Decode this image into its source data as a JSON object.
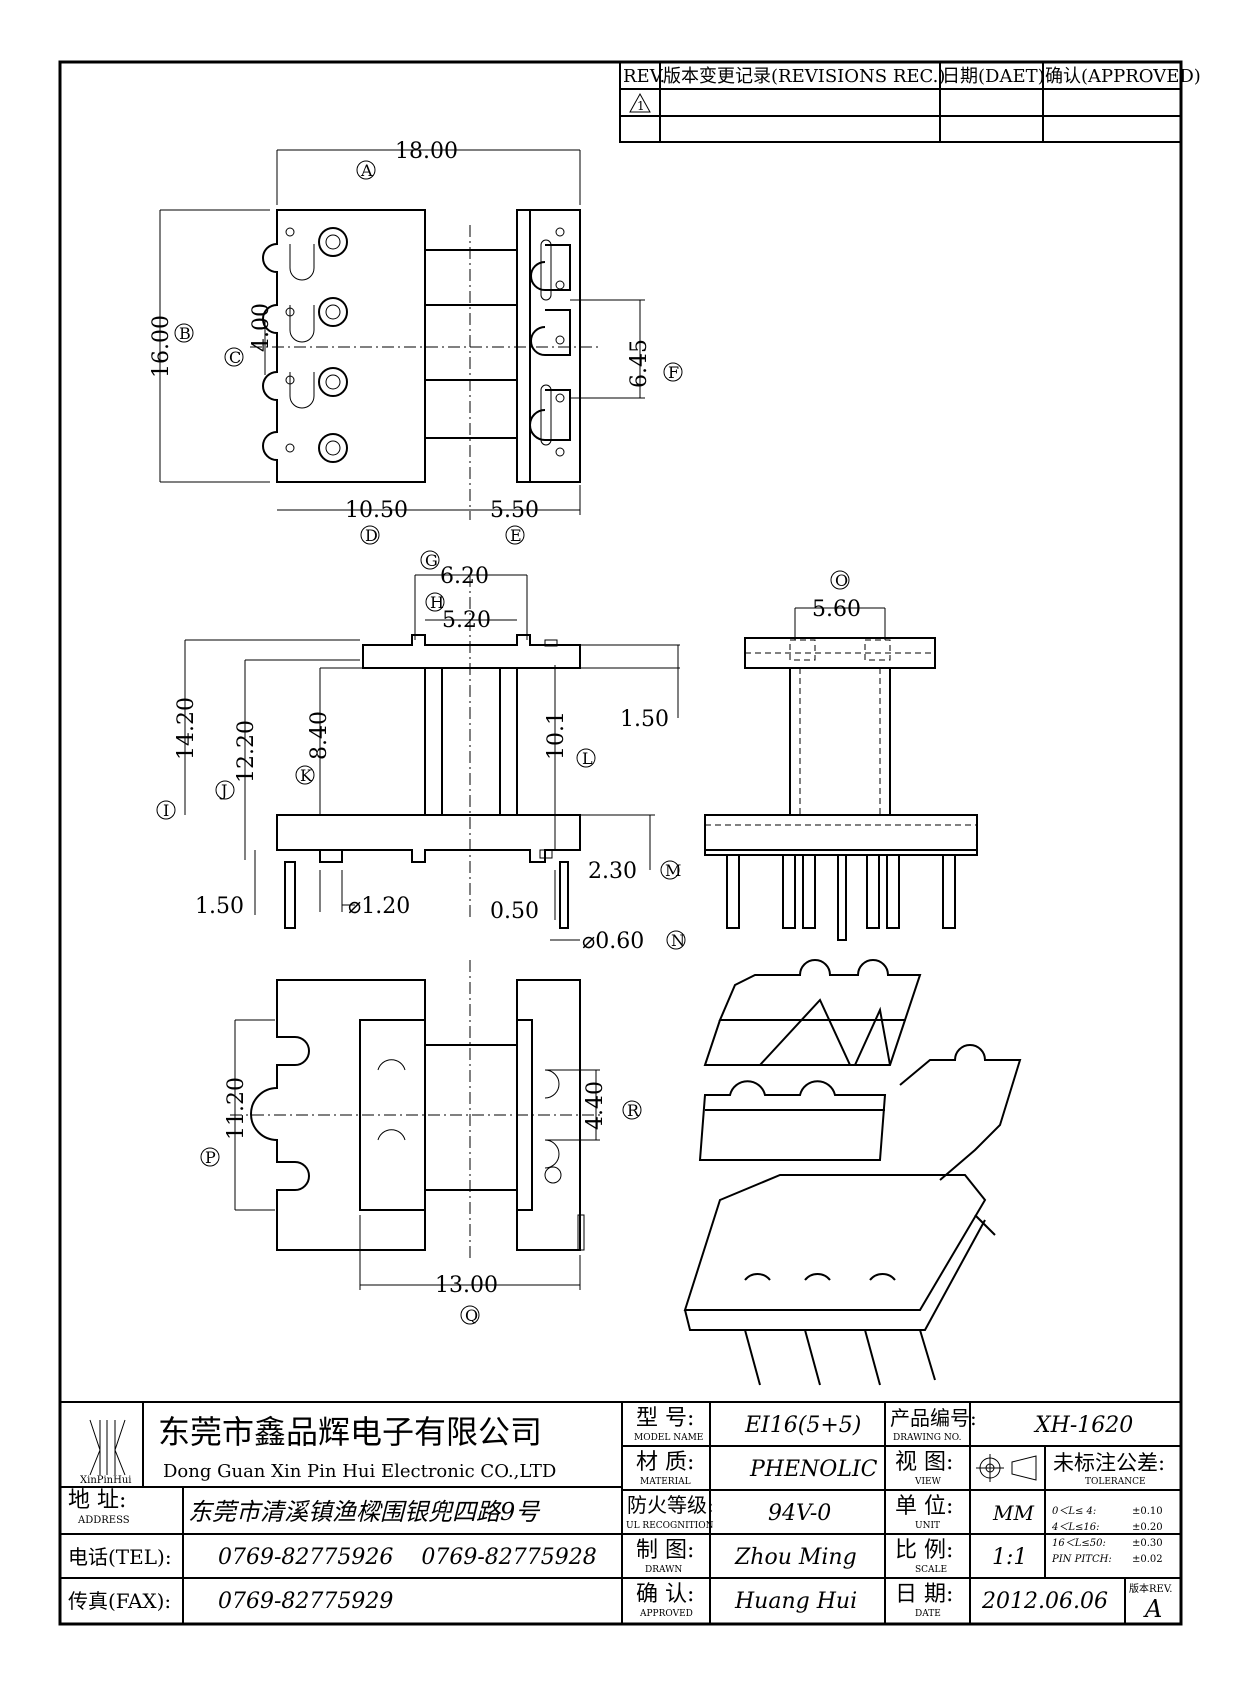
{
  "revisions": {
    "headers": [
      "REV.",
      "版本变更记录(REVISIONS REC.)",
      "日期(DAET)",
      "确认(APPROVED)"
    ],
    "rev_mark": "1"
  },
  "dimensions": {
    "A": {
      "value": "18.00",
      "label": "A"
    },
    "B": {
      "value": "16.00",
      "label": "B"
    },
    "C": {
      "value": "4.00",
      "label": "C"
    },
    "D": {
      "value": "10.50",
      "label": "D"
    },
    "E": {
      "value": "5.50",
      "label": "E"
    },
    "F": {
      "value": "6.45",
      "label": "F"
    },
    "G": {
      "value": "6.20",
      "label": "G"
    },
    "H": {
      "value": "5.20",
      "label": "H"
    },
    "I": {
      "value": "14.20",
      "label": "I"
    },
    "J": {
      "value": "12.20",
      "label": "J"
    },
    "K": {
      "value": "8.40",
      "label": "K"
    },
    "L": {
      "value": "10.1",
      "label": "L"
    },
    "M": {
      "value": "2.30",
      "label": "M"
    },
    "N": {
      "value": "⌀0.60",
      "label": "N"
    },
    "O": {
      "value": "5.60",
      "label": "O"
    },
    "P": {
      "value": "11.20",
      "label": "P"
    },
    "Q": {
      "value": "13.00",
      "label": "Q"
    },
    "R": {
      "value": "4.40",
      "label": "R"
    },
    "pin_stub": "1.50",
    "pin_dia": "⌀1.20",
    "flange_right": "1.50",
    "pin_offset": "0.50"
  },
  "title_block": {
    "logo_text": "XinPinHui",
    "company_cn": "东莞市鑫品辉电子有限公司",
    "company_en": "Dong Guan Xin Pin Hui Electronic CO.,LTD",
    "address_label": "地 址:",
    "address_label_en": "ADDRESS",
    "address": "东莞市清溪镇渔樑围银兜四路9号",
    "tel_label": "电话(TEL):",
    "tel": "0769-82775926    0769-82775928",
    "fax_label": "传真(FAX):",
    "fax": "0769-82775929",
    "model_label": "型 号:",
    "model_label_en": "MODEL NAME",
    "model": "EI16(5+5)",
    "material_label": "材 质:",
    "material_label_en": "MATERIAL",
    "material": "PHENOLIC",
    "fire_label": "防火等级:",
    "fire_label_en": "UL RECOGNITION",
    "fire": "94V-0",
    "drawn_label": "制 图:",
    "drawn_label_en": "DRAWN",
    "drawn": "Zhou Ming",
    "approved_label": "确 认:",
    "approved_label_en": "APPROVED",
    "approved": "Huang Hui",
    "product_no_label": "产品编号:",
    "product_no_label_en": "DRAWING NO.",
    "product_no": "XH-1620",
    "view_label": "视 图:",
    "view_label_en": "VIEW",
    "unit_label": "单 位:",
    "unit_label_en": "UNIT",
    "unit": "MM",
    "scale_label": "比 例:",
    "scale_label_en": "SCALE",
    "scale": "1:1",
    "date_label": "日 期:",
    "date_label_en": "DATE",
    "date": "2012.06.06",
    "tolerance_label": "未标注公差:",
    "tolerance_label_en": "TOLERANCE",
    "tolerances": [
      {
        "range": "0＜L≤ 4:",
        "value": "±0.10"
      },
      {
        "range": "4＜L≤16:",
        "value": "±0.20"
      },
      {
        "range": "16＜L≤50:",
        "value": "±0.30"
      },
      {
        "range": "PIN PITCH:",
        "value": "±0.02"
      }
    ],
    "version_label": "版本REV.",
    "version": "A"
  }
}
